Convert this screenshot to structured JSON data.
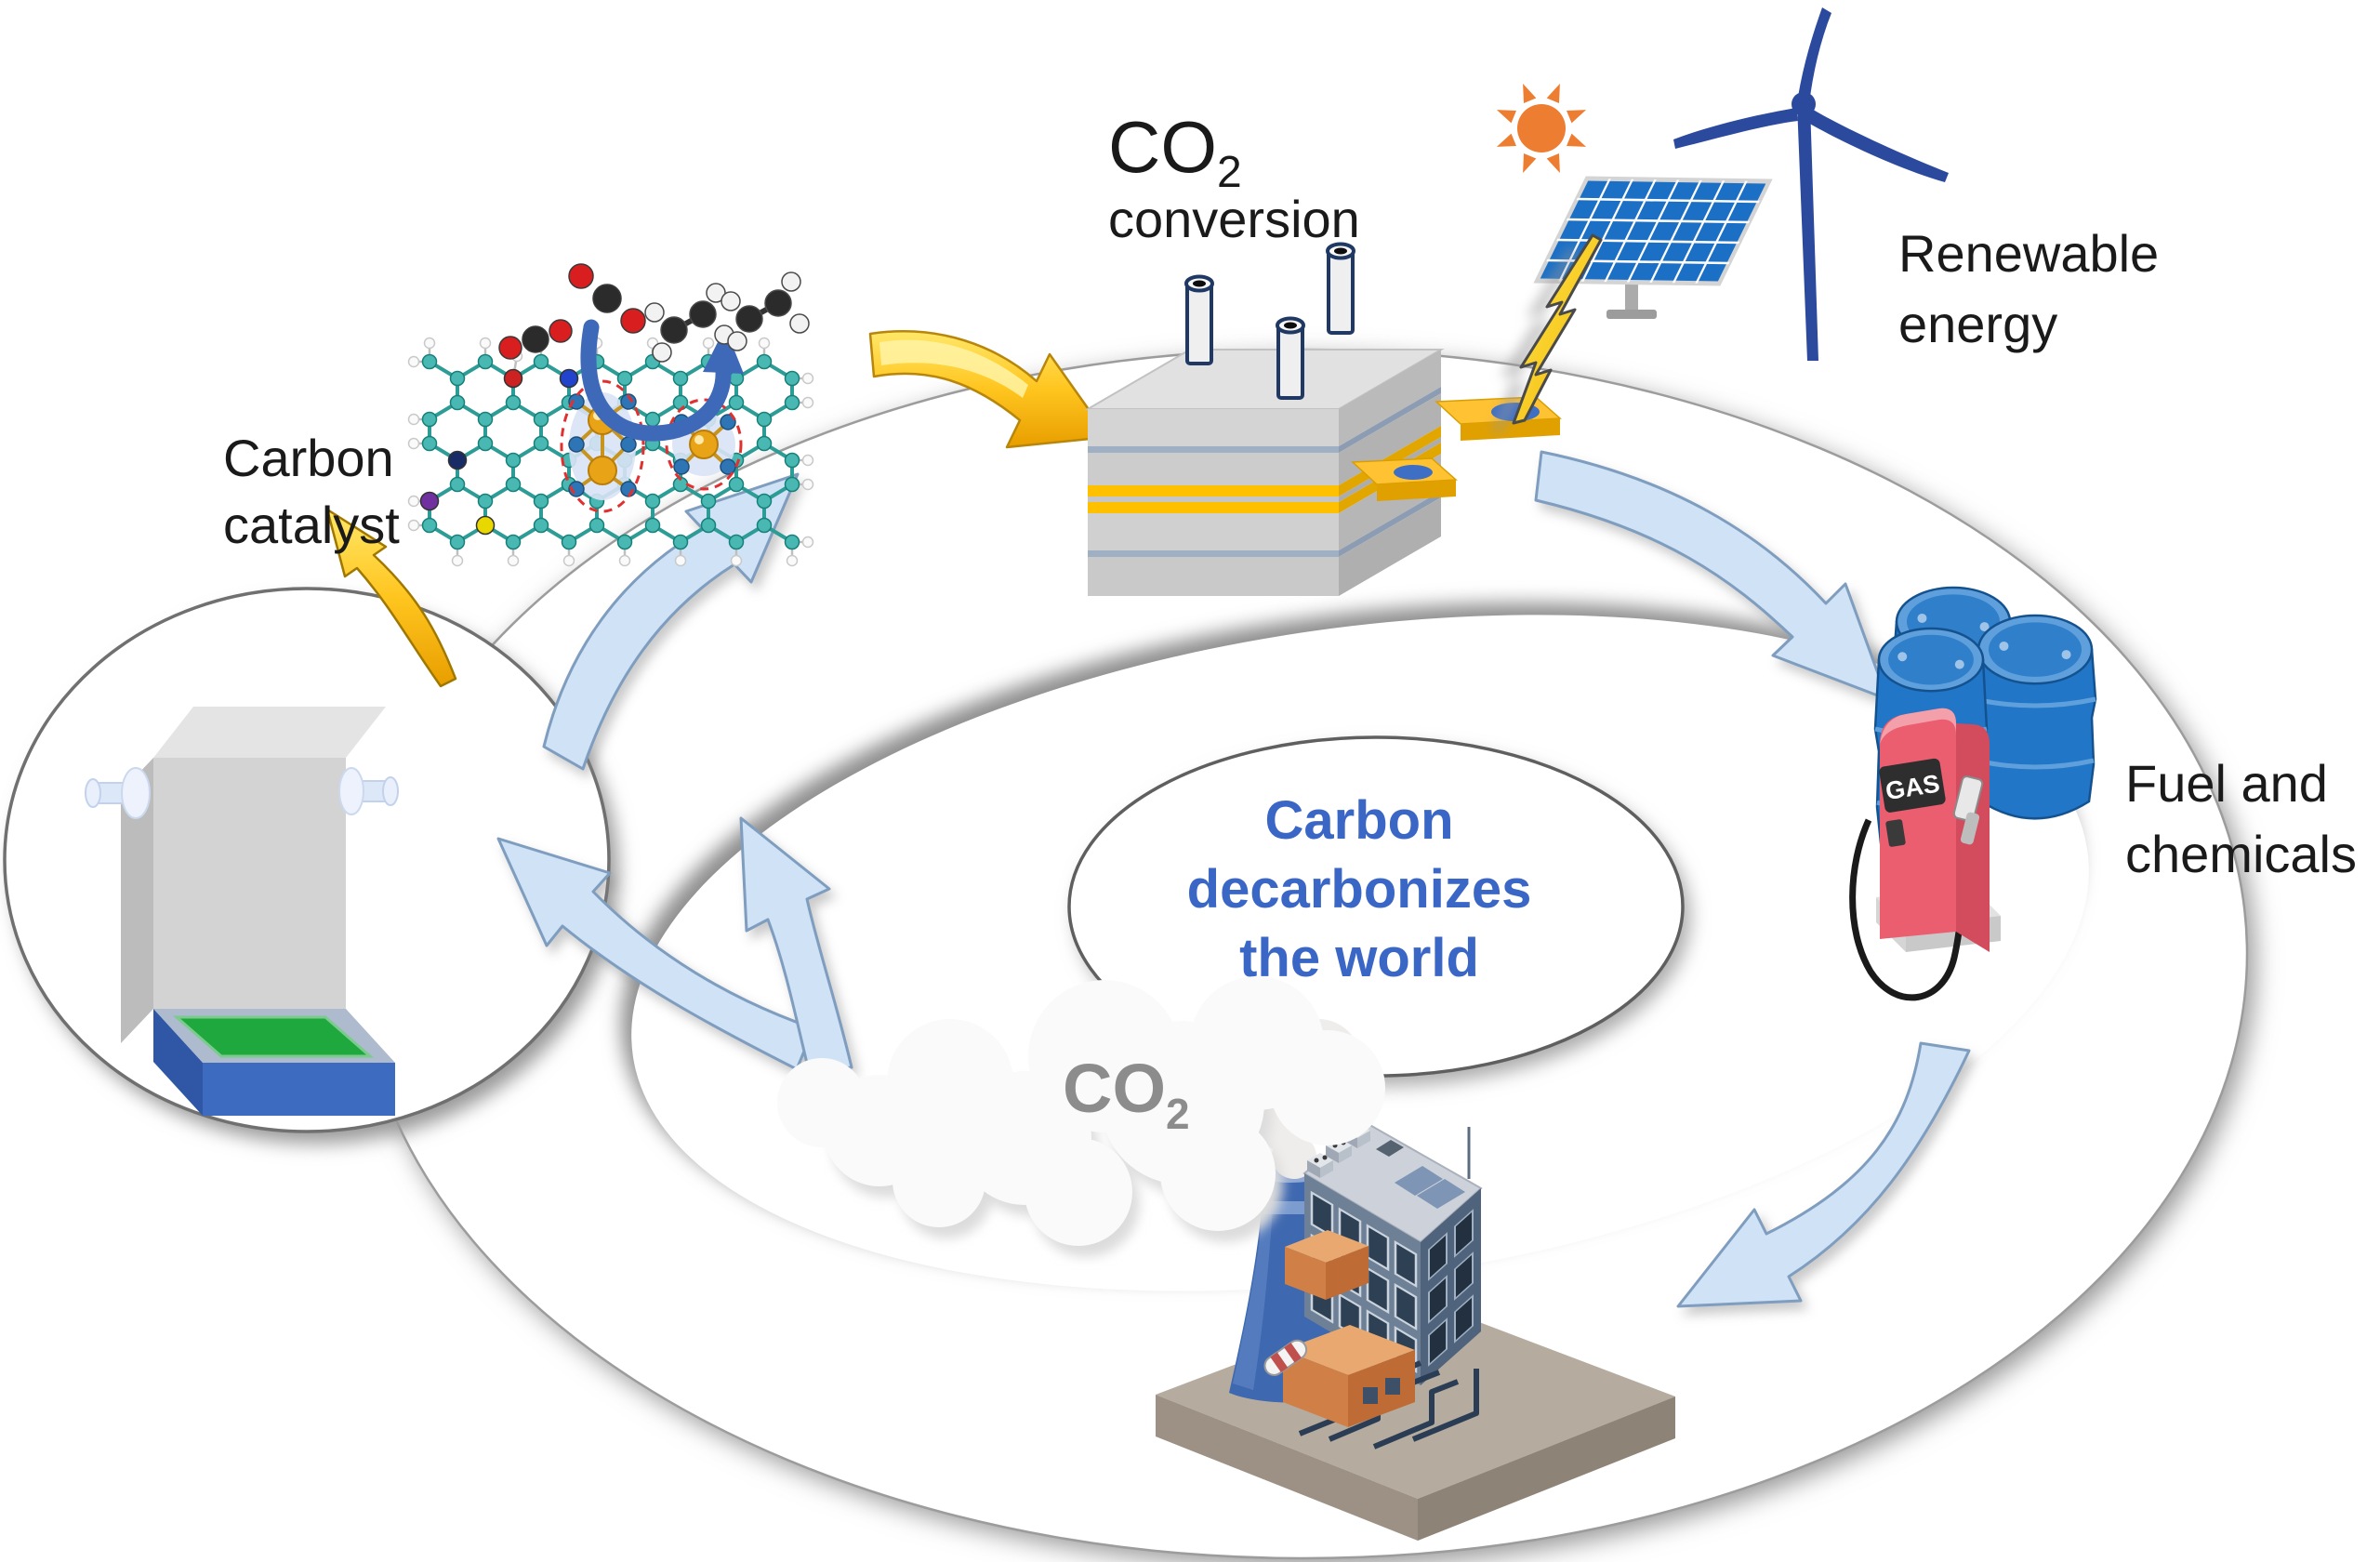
{
  "scene": {
    "labels": {
      "carbon_catalyst_1": "Carbon",
      "carbon_catalyst_2": "catalyst",
      "co2_formula": "CO",
      "co2_sub": "2",
      "co2_conversion_2": "conversion",
      "renewable_1": "Renewable",
      "renewable_2": "energy",
      "fuel_1": "Fuel and",
      "fuel_2": "chemicals",
      "center_1": "Carbon",
      "center_2": "decarbonizes",
      "center_3": "the world",
      "cloud_formula": "CO",
      "cloud_sub": "2",
      "pump_label": "GAS"
    },
    "colors": {
      "center_text": "#3A66C5",
      "label_text": "#1a1a1a",
      "cloud_text": "#8C8C8C",
      "arrow_blue_fill": "#CFE2F6",
      "arrow_blue_edge": "#7F9DBE",
      "arrow_gold": "#FFC51F",
      "lattice_atom": "#49B8B2",
      "gold_atom": "#E8A317",
      "dopant_blue": "#2E75B6",
      "sun": "#ED7D31",
      "solar_panel": "#1B6FC5",
      "wind_turbine": "#2B4A9E",
      "lightning": "#FFD81C",
      "electrode_tab": "#FFC233",
      "barrel": "#2176C7",
      "gas_pump": "#EA5E70",
      "cooling_tower": "#3E68B0",
      "furnace_base": "#3D6BBF",
      "furnace_panel": "#1FA83D"
    },
    "icons": [
      "sun-icon",
      "solar-panel-icon",
      "wind-turbine-icon",
      "lightning-icon",
      "electrolyzer-icon",
      "graphene-lattice-icon",
      "co2-molecule-icon",
      "ethylene-molecule-icon",
      "reaction-u-arrow-icon",
      "tube-furnace-icon",
      "oil-barrel-icon",
      "gas-pump-icon",
      "factory-icon",
      "co2-cloud-icon",
      "cycle-arrow-icon",
      "gold-cluster-icon"
    ]
  }
}
